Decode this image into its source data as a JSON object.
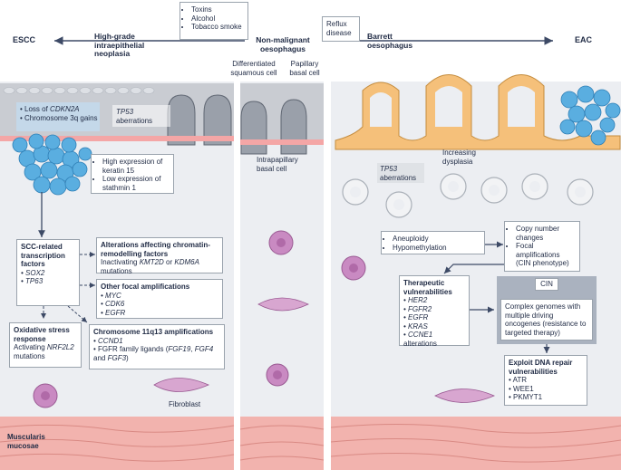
{
  "top": {
    "toxins_list": [
      "Toxins",
      "Alcohol",
      "Tobacco smoke"
    ],
    "reflux": "Reflux disease",
    "left_end": "ESCC",
    "high_grade": "High-grade intraepithelial neoplasia",
    "center": "Non-malignant oesophagus",
    "barrett": "Barrett oesophagus",
    "right_end": "EAC"
  },
  "cells": {
    "differentiated": "Differentiated squamous cell",
    "papillary": "Papillary basal cell",
    "intrapapillary": "Intrapapillary basal cell",
    "fibroblast": "Fibroblast",
    "muscularis": "Muscularis mucosae",
    "increasing_dysplasia": "Increasing dysplasia",
    "tp53_right": "TP53 aberrations"
  },
  "left": {
    "loss_items": [
      {
        "pre": "Loss of ",
        "gene": "CDKN2A"
      },
      {
        "pre": "Chromosome 3q gains",
        "gene": ""
      }
    ],
    "tp53": "TP53",
    "tp53_suffix": "aberrations",
    "keratin_items": [
      "High expression of keratin 15",
      "Low expression of stathmin 1"
    ],
    "scc_title": "SCC-related transcription factors",
    "scc_genes": [
      "SOX2",
      "TP63"
    ],
    "chromatin_title": "Alterations affecting chromatin-remodelling factors",
    "chromatin_text": {
      "a": "Inactivating ",
      "g1": "KMT2D",
      "b": " or ",
      "g2": "KDM6A",
      "c": " mutations"
    },
    "focal_title": "Other focal amplifications",
    "focal_genes": [
      "MYC",
      "CDK6",
      "EGFR"
    ],
    "oxidative_title": "Oxidative stress response",
    "oxidative_text": {
      "a": "Activating ",
      "g": "NRF2L2",
      "b": " mutations"
    },
    "chr11_title": "Chromosome 11q13 amplifications",
    "chr11_gene": "CCND1",
    "chr11_ffg": {
      "a": "FGFR family ligands (",
      "g1": "FGF19",
      "b": ", ",
      "g2": "FGF4",
      "c": " and ",
      "g3": "FGF3",
      "d": ")"
    }
  },
  "right": {
    "aneuploidy_items": [
      "Aneuploidy",
      "Hypomethylation"
    ],
    "copy_items": [
      "Copy number changes",
      "Focal amplifications (CIN phenotype)"
    ],
    "therapeutic_title": "Therapeutic vulnerabilities",
    "therapeutic_genes": [
      "HER2",
      "FGFR2",
      "EGFR",
      "KRAS"
    ],
    "ccne1": {
      "g": "CCNE1",
      "b": " alterations"
    },
    "cin": "CIN",
    "complex_text": "Complex genomes with multiple driving oncogenes (resistance to targeted therapy)",
    "exploit_title": "Exploit DNA repair vulnerabilities",
    "exploit_items": [
      "ATR",
      "WEE1",
      "PKMYT1"
    ]
  },
  "colors": {
    "background_tissue": "#eceef2",
    "squamous": "#c9ccd2",
    "basal_pink": "#f4a6a6",
    "tumour_blue": "#5aaee0",
    "barrett_orange": "#f5c07a",
    "muscle": "#f2b3ae",
    "lymph_purple": "#c98ac2",
    "text": "#1f2a44"
  }
}
